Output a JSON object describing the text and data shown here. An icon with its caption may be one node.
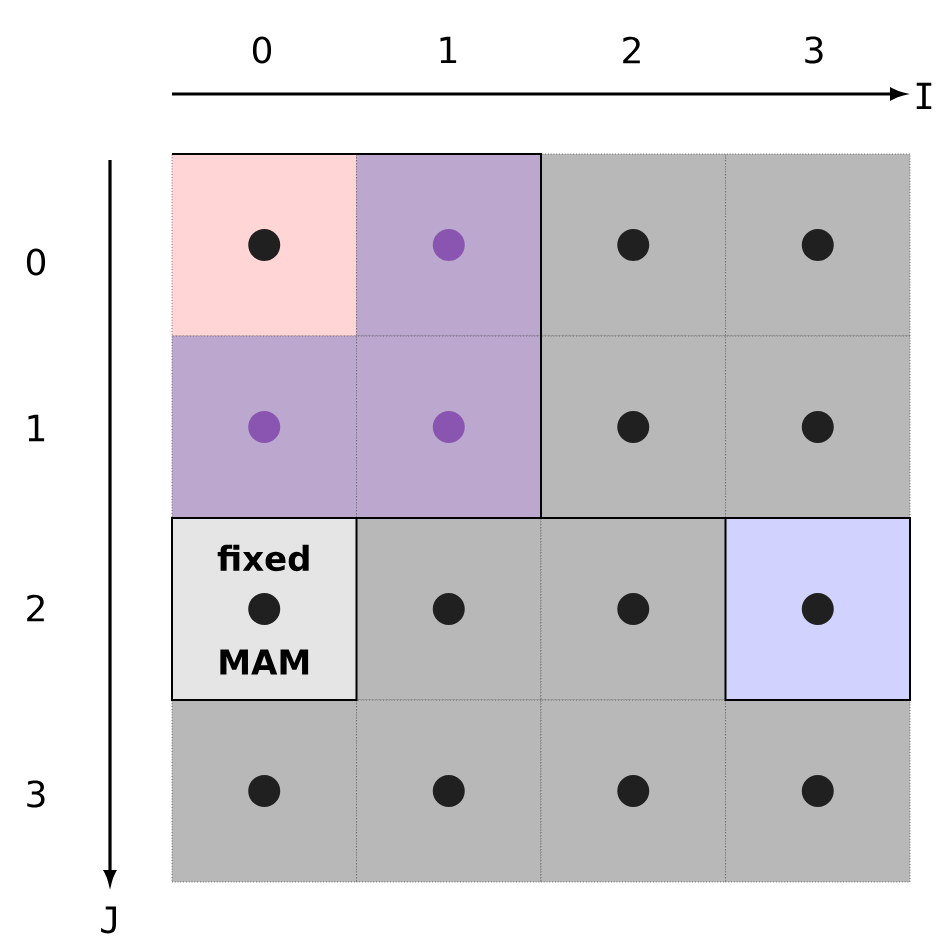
{
  "diagram": {
    "nodes": [
      {
        "text": [],
        "shape": "box"
      },
      {
        "text": [],
        "shape": "box"
      },
      {
        "text": [],
        "shape": "box"
      },
      {
        "text": [],
        "shape": "box"
      },
      {
        "text": [],
        "shape": "box"
      },
      {
        "text": [],
        "shape": "box"
      },
      {
        "text": [],
        "shape": "box"
      },
      {
        "text": [],
        "shape": "box"
      },
      {
        "text": [
          "fixed",
          "MAM"
        ]
      },
      {
        "text": [],
        "shape": "box"
      },
      {
        "text": [],
        "shape": "box"
      },
      {
        "text": [],
        "shape": "box"
      },
      {
        "text": [],
        "shape": "box"
      },
      {
        "text": [],
        "shape": "box"
      },
      {
        "text": [],
        "shape": "box"
      },
      {
        "text": [],
        "shape": "box"
      }
    ],
    "labels": [
      "0",
      "1",
      "2",
      "3",
      "I",
      "0",
      "1",
      "2",
      "3",
      "J"
    ]
  }
}
